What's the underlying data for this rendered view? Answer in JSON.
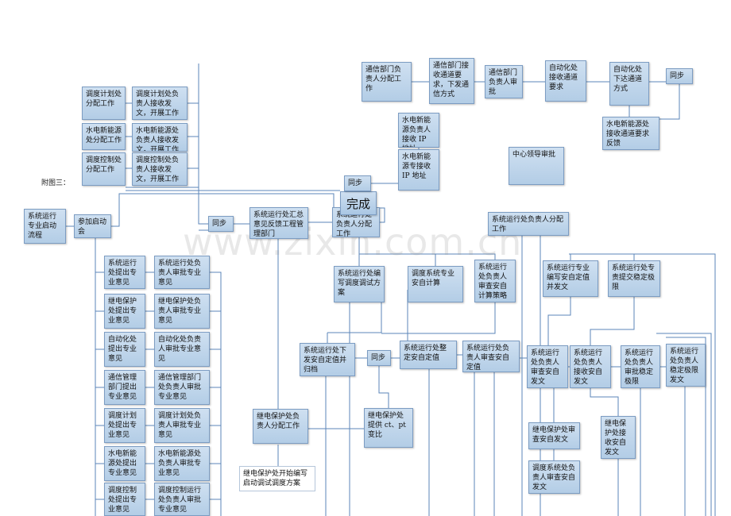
{
  "caption": "附图三：",
  "watermark": "www.zixin.com.cn",
  "nodes": {
    "b1": "调度计划处分配工作",
    "b2": "调度计划处负责人接收发文，开展工作",
    "b3": "水电新能源处分配工作",
    "b4": "水电新能源处负责人接收发文，开展工作",
    "b5": "调度控制处分配工作",
    "b6": "调度控制处负责人接收发文，开展工作",
    "b7": "系统运行专业启动流程",
    "b8": "参加启动会",
    "b9": "同步",
    "b10": "系统运行处汇总意见反馈工程管理部门",
    "b11": "系统运行处负责人分配工作",
    "b12": "完成",
    "b13": "同步",
    "b14": "水电新能源负责人接收 IP 地址",
    "b15": "水电新能源专接收 IP 地址",
    "b16": "通信部门负责人分配工作",
    "b17": "通信部门接收通道要求，下发通信方式",
    "b18": "通信部门负责人审批",
    "b19": "自动化处接收通道要求",
    "b20": "自动化处下达通道方式",
    "b21": "同步",
    "b22": "水电新能源处接收通道要求反馈",
    "b23": "中心领导审批",
    "b24": "系统运行处负责人分配工作",
    "b25": "系统运行处提出专业意见",
    "b26": "系统运行处负责人审批专业意见",
    "b27": "继电保护处提出专业意见",
    "b28": "继电保护处负责人审批专业意见",
    "b29": "自动化处提出专业意见",
    "b30": "自动化处负责人审批专业意见",
    "b31": "通信管理部门提出专业意见",
    "b32": "通信管理部门处负责人审批专业意见",
    "b33": "调度计划处提出专业意见",
    "b34": "调度计划处负责人审批专业意见",
    "b35": "水电新能源处提出专业意见",
    "b36": "水电新能源处负责人审批专业意见",
    "b37": "调度控制处提出专业意见",
    "b38": "调度控制运行处负责人审批专业意见",
    "b39": "系统运行处编写调度调试方案",
    "b40": "调度系统专业安自计算",
    "b41": "系统运行处负责人审查安自计算策略",
    "b42": "系统运行专业编写安自定值并发文",
    "b43": "系统运行处专责提交稳定极限",
    "b44": "系统运行处下发安自定值并归档",
    "b45": "同步",
    "b46": "系统运行处整定安自定值",
    "b47": "系统运行处负责人审查安自定值",
    "b48": "系统运行处负责人审查安自发文",
    "b49": "系统运行处负责人接收安自发文",
    "b50": "系统运行处负责人审批稳定极限",
    "b51": "系统运行处负责人稳定极限发文",
    "b52": "继电保护处负责人分配工作",
    "b53": "继电保护处提供 ct、pt 变比",
    "b54": "继电保护处审查安自发文",
    "b55": "继电保护处接收安自发文",
    "b56": "调度系统处负责人审查安自发文",
    "b57": "继电保护处开始编写启动调试调度方案"
  }
}
